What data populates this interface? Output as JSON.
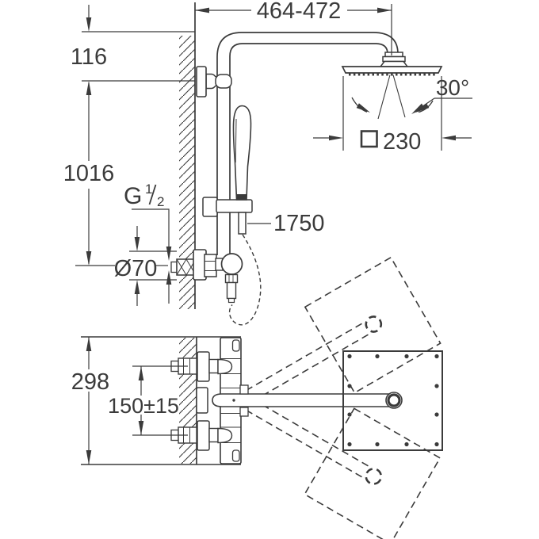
{
  "drawing": {
    "background": "#ffffff",
    "line_color": "#3b3b3b",
    "labels": {
      "top_width": "464-472",
      "top_offset": "116",
      "rail_height": "1016",
      "thread_letter": "G",
      "thread_numerator": "1",
      "thread_denominator": "2",
      "escutcheon_diameter": "Ø70",
      "hose_length": "1750",
      "tilt_angle": "30°",
      "head_size": "230",
      "plan_depth": "298",
      "inlet_spacing": "150±15"
    }
  }
}
